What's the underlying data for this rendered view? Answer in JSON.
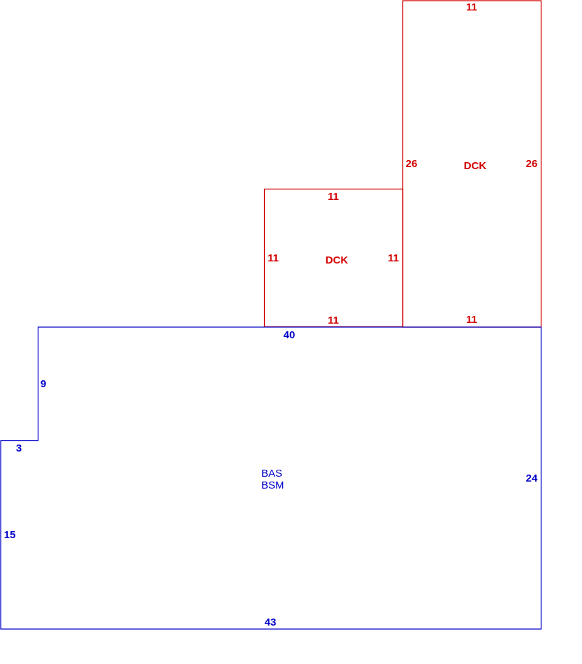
{
  "colors": {
    "deck": "#d20000",
    "base": "#0000c8",
    "background": "#ffffff"
  },
  "areas": {
    "deck_upper": {
      "code": "DCK",
      "sides": {
        "top": "11",
        "left": "26",
        "right": "26",
        "bottom": "11"
      }
    },
    "deck_lower": {
      "code": "DCK",
      "sides": {
        "top": "11",
        "left": "11",
        "right": "11",
        "bottom": "11"
      }
    },
    "base": {
      "codes": [
        "BAS",
        "BSM"
      ],
      "sides": {
        "top": "40",
        "step_left": "9",
        "step_top": "3",
        "left": "15",
        "bottom": "43",
        "right": "24"
      }
    }
  }
}
